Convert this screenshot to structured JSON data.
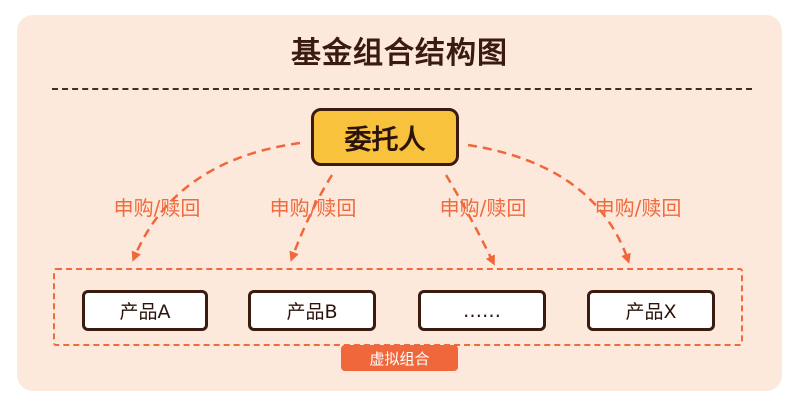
{
  "title": "基金组合结构图",
  "root": {
    "label": "委托人"
  },
  "edges": [
    {
      "label": "申购/赎回"
    },
    {
      "label": "申购/赎回"
    },
    {
      "label": "申购/赎回"
    },
    {
      "label": "申购/赎回"
    }
  ],
  "products": [
    {
      "label": "产品A"
    },
    {
      "label": "产品B"
    },
    {
      "label": "……"
    },
    {
      "label": "产品X"
    }
  ],
  "group": {
    "label": "虚拟组合"
  },
  "colors": {
    "background_card": "#fde9dc",
    "accent_orange": "#f0673c",
    "root_fill": "#f9c23c",
    "dark_border": "#3a1b10"
  }
}
